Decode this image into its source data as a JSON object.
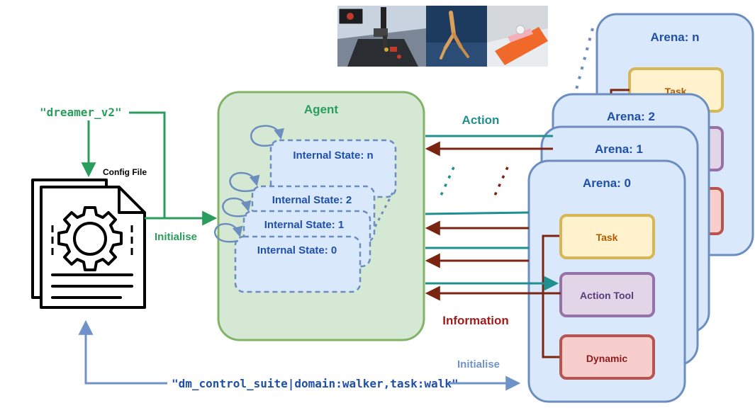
{
  "agent": {
    "title": "Agent",
    "states": [
      "Internal State: n",
      "Internal State: 2",
      "Internal State: 1",
      "Internal State: 0"
    ]
  },
  "config": {
    "label": "Config File",
    "agent_config": "\"dreamer_v2\"",
    "env_config": "\"dm_control_suite|domain:walker,task:walk\"",
    "icon": "gear-document-icon"
  },
  "arenas": {
    "titles": [
      "Arena: n",
      "Arena: 2",
      "Arena: 1",
      "Arena: 0"
    ],
    "task": "Task",
    "action_tool": "Action Tool",
    "dynamic": "Dynamic"
  },
  "flows": {
    "initialise_agent": "Initialise",
    "initialise_env": "Initialise",
    "action": "Action",
    "information": "Information"
  },
  "thumbnails": [
    "robot-arm-scene",
    "walker-scene",
    "ball-on-plane-scene"
  ],
  "colors": {
    "green": "#2a9d5c",
    "teal": "#1f8f8f",
    "brown": "#7a2512",
    "blue": "#6f93c8",
    "agent_fill": "#d5e8d4",
    "agent_stroke": "#82b366",
    "arena_fill": "#dae8fc",
    "arena_stroke": "#6c8ebf",
    "task_fill": "#fff2cc",
    "task_stroke": "#d6b656",
    "tool_fill": "#e1d5e7",
    "tool_stroke": "#9673a6",
    "dyn_fill": "#f8cecc",
    "dyn_stroke": "#b85450"
  }
}
